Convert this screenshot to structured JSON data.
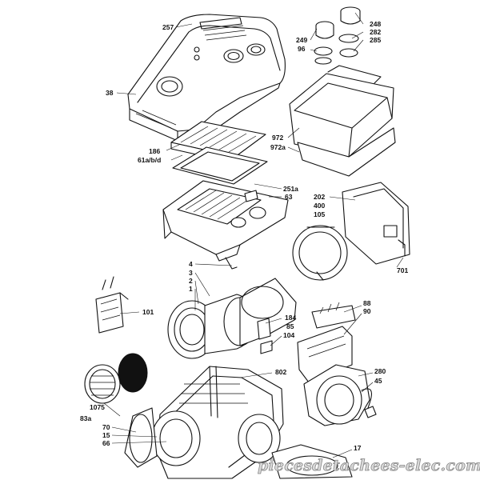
{
  "diagram": {
    "type": "exploded parts diagram",
    "labels": {
      "l257": "257",
      "l38": "38",
      "l186": "186",
      "l61abd": "61a/b/d",
      "l248": "248",
      "l282": "282",
      "l285": "285",
      "l249": "249",
      "l96": "96",
      "l972": "972",
      "l972a": "972a",
      "l251a": "251a",
      "l63": "63",
      "l202": "202",
      "l400": "400",
      "l105": "105",
      "l701": "701",
      "l4": "4",
      "l3": "3",
      "l2": "2",
      "l1": "1",
      "l101": "101",
      "l88": "88",
      "l90": "90",
      "l184": "184",
      "l85": "85",
      "l104": "104",
      "l802": "802",
      "l280": "280",
      "l45": "45",
      "l1075": "1075",
      "l83a": "83a",
      "l70": "70",
      "l15": "15",
      "l66": "66",
      "l17": "17"
    }
  },
  "watermark": "piecesdetachees-elec.com"
}
